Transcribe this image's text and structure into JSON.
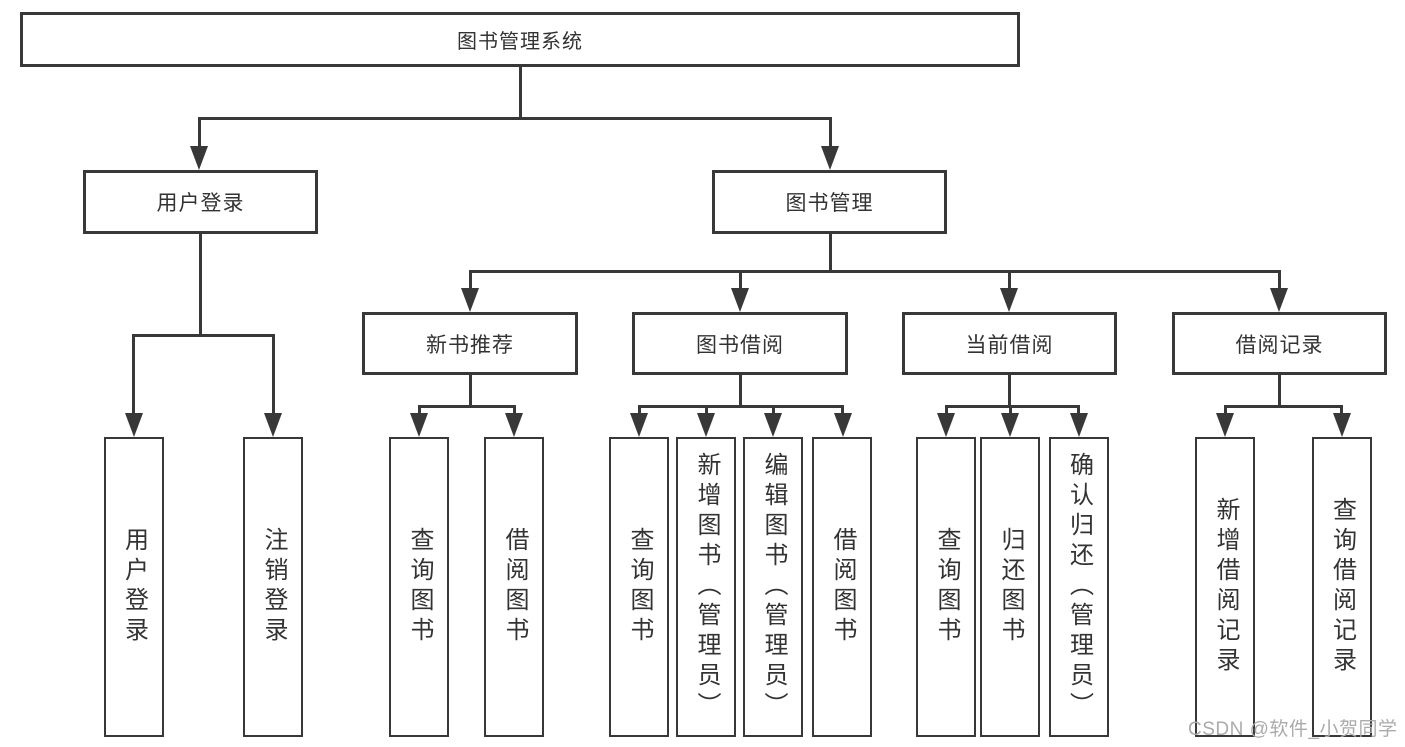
{
  "diagram_title": "图书管理系统",
  "nodes": {
    "root": "图书管理系统",
    "user_login": "用户登录",
    "book_management": "图书管理",
    "new_book_recommend": "新书推荐",
    "book_borrow": "图书借阅",
    "current_borrow": "当前借阅",
    "borrow_records": "借阅记录"
  },
  "leaves": {
    "user_login": "用户登录",
    "logout": "注销登录",
    "query_book_1": "查询图书",
    "borrow_book_1": "借阅图书",
    "query_book_2": "查询图书",
    "add_book_admin": "新增图书（管理员）",
    "edit_book_admin": "编辑图书（管理员）",
    "borrow_book_2": "借阅图书",
    "query_book_3": "查询图书",
    "return_book": "归还图书",
    "confirm_return_admin": "确认归还（管理员）",
    "add_borrow_record": "新增借阅记录",
    "query_borrow_record": "查询借阅记录"
  },
  "watermark": "CSDN @软件_小贺同学",
  "colors": {
    "background": "#ffffff",
    "line": "#383838",
    "box_border": "#383838",
    "text": "#333333",
    "watermark": "#ababab"
  }
}
